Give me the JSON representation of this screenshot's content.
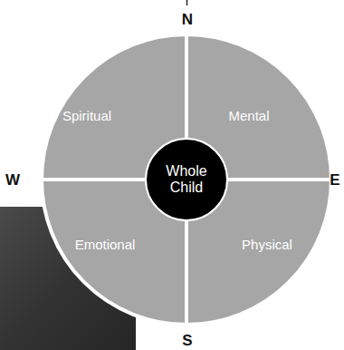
{
  "diagram": {
    "nodes": [
      {
        "text": [
          "Spiritual"
        ]
      },
      {
        "text": [
          "Mental"
        ]
      },
      {
        "text": [
          "Whole Child"
        ]
      },
      {
        "text": [
          "Emotional"
        ]
      },
      {
        "text": [
          "Physical"
        ]
      }
    ],
    "labels": [
      "N",
      "W",
      "E",
      "S"
    ]
  }
}
